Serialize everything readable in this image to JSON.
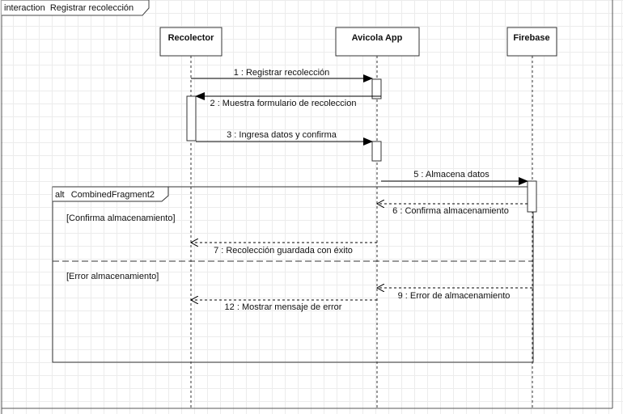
{
  "frame": {
    "keyword": "interaction",
    "name": "Registrar recolección"
  },
  "lifelines": [
    {
      "name": "Recolector"
    },
    {
      "name": "Avicola App"
    },
    {
      "name": "Firebase"
    }
  ],
  "messages": [
    {
      "label": "1 : Registrar recolección",
      "kind": "sync"
    },
    {
      "label": "2 : Muestra formulario de recoleccion",
      "kind": "sync"
    },
    {
      "label": "3 : Ingresa datos y confirma",
      "kind": "sync"
    },
    {
      "label": "5 : Almacena datos",
      "kind": "sync"
    },
    {
      "label": "6 : Confirma almacenamiento",
      "kind": "reply"
    },
    {
      "label": "7 : Recolección guardada con éxito",
      "kind": "reply"
    },
    {
      "label": "9 : Error de almacenamiento",
      "kind": "reply"
    },
    {
      "label": "12 : Mostrar mensaje de error",
      "kind": "reply"
    }
  ],
  "fragment": {
    "operator": "alt",
    "name": "CombinedFragment2",
    "guards": [
      "[Confirma almacenamiento]",
      "[Error almacenamiento]"
    ]
  }
}
